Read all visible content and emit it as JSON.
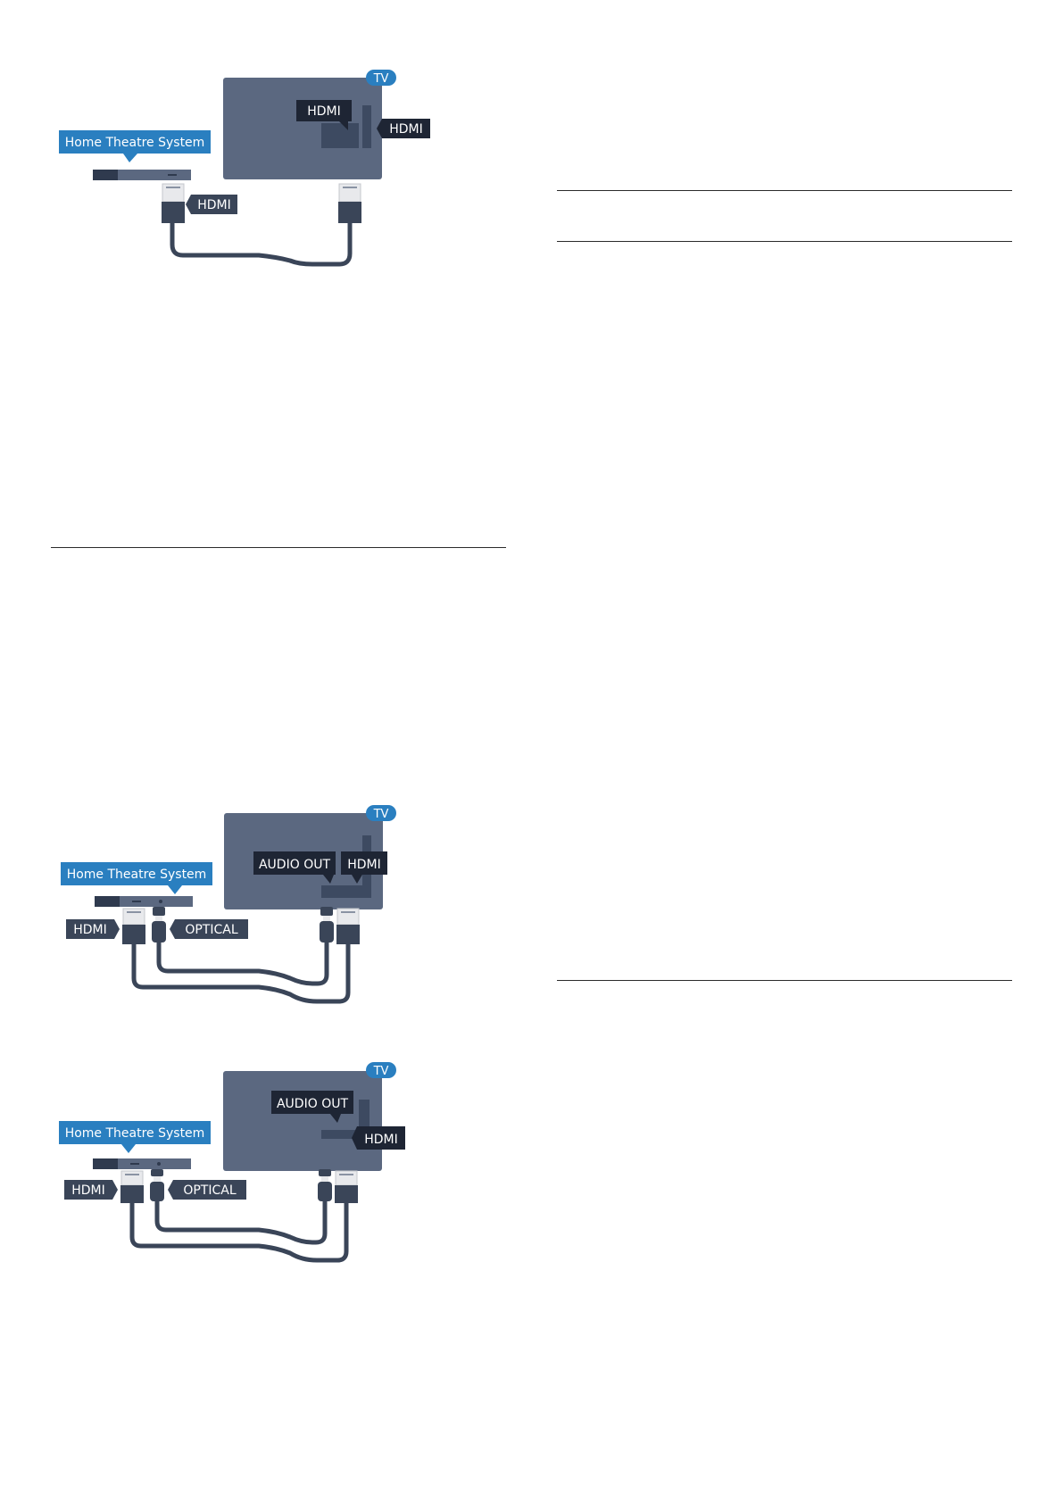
{
  "diagrams": [
    {
      "tv_badge": "TV",
      "device_label": "Home Theatre System",
      "tv_port_label": "HDMI",
      "tv_side_label": "HDMI",
      "cable_label": "HDMI"
    },
    {
      "tv_badge": "TV",
      "device_label": "Home Theatre System",
      "audio_out_label": "AUDIO OUT",
      "hdmi_label": "HDMI",
      "cable_hdmi_label": "HDMI",
      "cable_optical_label": "OPTICAL"
    },
    {
      "tv_badge": "TV",
      "device_label": "Home Theatre System",
      "audio_out_label": "AUDIO OUT",
      "hdmi_label": "HDMI",
      "cable_hdmi_label": "HDMI",
      "cable_optical_label": "OPTICAL"
    }
  ],
  "colors": {
    "tv_body": "#5b6880",
    "dark_label": "#1e2534",
    "blue_label": "#2a7fc0",
    "cable": "#3a4558",
    "connector_white": "#e8e9ec"
  }
}
